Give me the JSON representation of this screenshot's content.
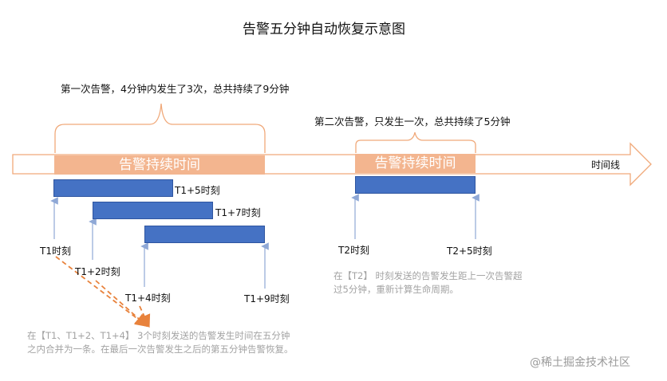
{
  "title": "告警五分钟自动恢复示意图",
  "note_first": "第一次告警，4分钟内发生了3次，总共持续了9分钟",
  "note_second": "第二次告警，只发生一次，总共持续了5分钟",
  "band_label_1": "告警持续时间",
  "band_label_2": "告警持续时间",
  "timeline_label": "时间线",
  "bar_labels": {
    "t1_end": "T1+5时刻",
    "t2_end": "T1+7时刻"
  },
  "tick_labels": {
    "t1": "T1时刻",
    "t1p2": "T1+2时刻",
    "t1p4": "T1+4时刻",
    "t1p9": "T1+9时刻",
    "t2": "T2时刻",
    "t2p5": "T2+5时刻"
  },
  "explain_first": "在【T1、T1+2、T1+4】 3个时刻发送的告警发生时间在五分钟之内合并为一条。在最后一次告警发生之后的第五分钟告警恢复。",
  "explain_second": "在【T2】 时刻发送的告警发生距上一次告警超过5分钟，重新计算生命周期。",
  "watermark": "@稀土掘金技术社区",
  "colors": {
    "band": "#f3b58f",
    "bar": "#4572c4",
    "arrow_outline": "#f0a97a",
    "dashed": "#e8823c"
  }
}
